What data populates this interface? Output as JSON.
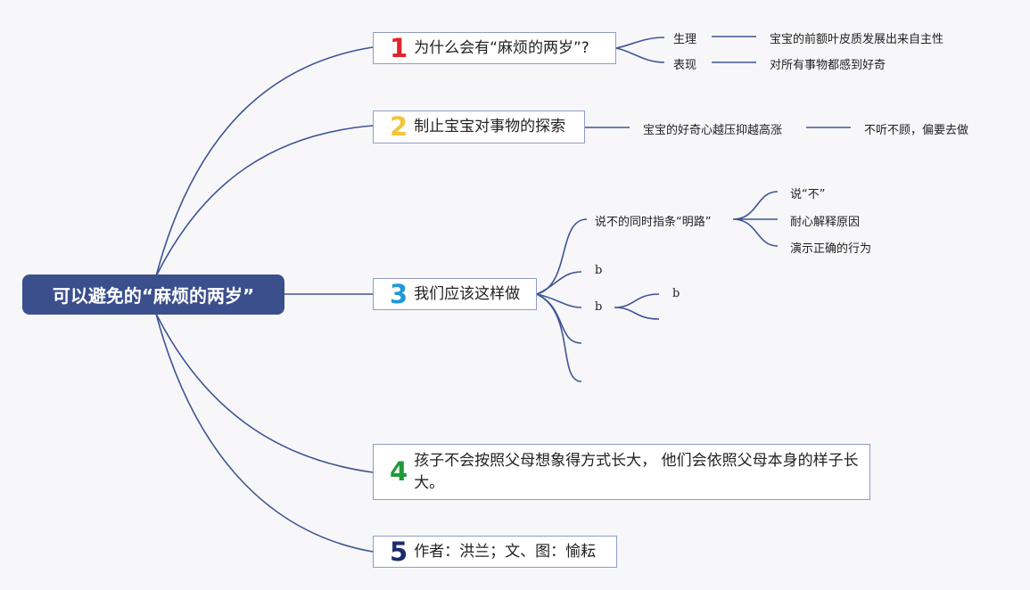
{
  "root": {
    "title": "可以避免的“麻烦的两岁”",
    "color": "#3a4f8c"
  },
  "line_color": "#3f5494",
  "branches": [
    {
      "num": "1",
      "num_color": "#e0242b",
      "label": "为什么会有“麻烦的两岁”?"
    },
    {
      "num": "2",
      "num_color": "#f3c53a",
      "label": "制止宝宝对事物的探索"
    },
    {
      "num": "3",
      "num_color": "#1f9ad6",
      "label": "我们应该这样做"
    },
    {
      "num": "4",
      "num_color": "#1f9a3a",
      "label": "孩子不会按照父母想象得方式长大， 他们会依照父母本身的样子长大。"
    },
    {
      "num": "5",
      "num_color": "#1c2a6e",
      "label": "作者：洪兰；文、图：愉耘"
    }
  ],
  "b1": {
    "physiology": "生理",
    "physiology_detail": "宝宝的前额叶皮质发展出来自主性",
    "behavior": "表现",
    "behavior_detail": "对所有事物都感到好奇"
  },
  "b2": {
    "sub": "宝宝的好奇心越压抑越高涨",
    "sub_detail": "不听不顾，偏要去做"
  },
  "b3": {
    "sub1": "说不的同时指条“明路”",
    "sub1_children": [
      "说“不”",
      "耐心解释原因",
      "演示正确的行为"
    ],
    "sub2": "b",
    "sub3": "b",
    "sub3_child": "b"
  }
}
